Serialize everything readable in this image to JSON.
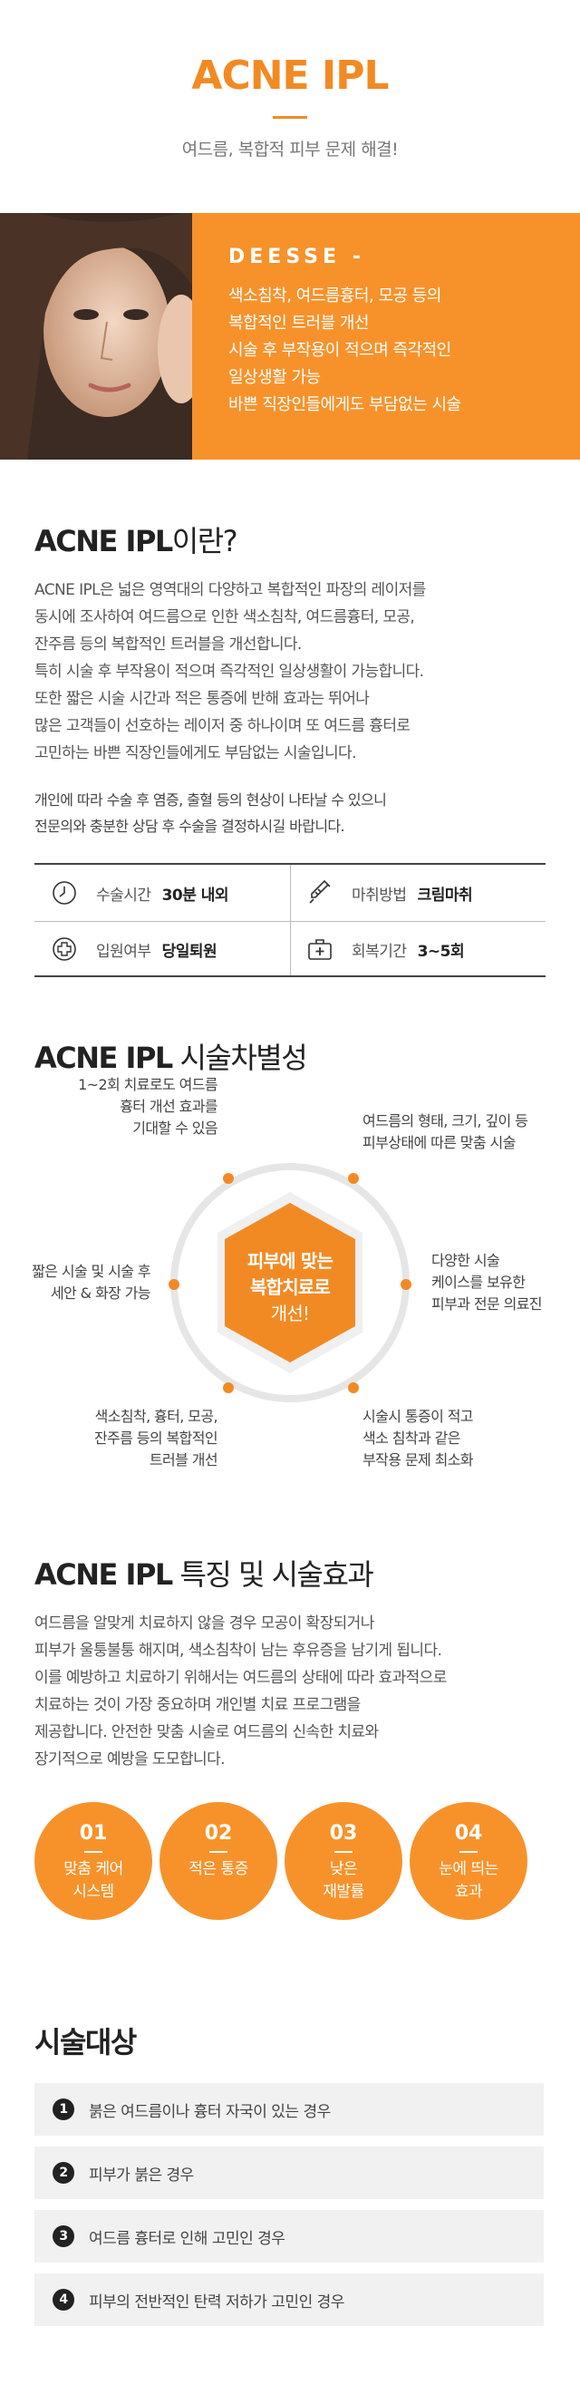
{
  "hero": {
    "title": "ACNE IPL",
    "subtitle": "여드름, 복합적 피부 문제 해결!"
  },
  "banner": {
    "brand": "DEESSE -",
    "lines": [
      "색소침착, 여드름흉터, 모공 등의",
      "복합적인 트러블 개선",
      "시술 후 부작용이 적으며 즉각적인",
      "일상생활 가능",
      "바쁜 직장인들에게도 부담없는 시술"
    ]
  },
  "about": {
    "title_bold": "ACNE IPL",
    "title_rest": "이란?",
    "para1": [
      "ACNE IPL은 넓은 영역대의 다양하고 복합적인 파장의 레이저를",
      "동시에 조사하여 여드름으로 인한 색소침착, 여드름흉터, 모공,",
      "잔주름 등의 복합적인 트러블을 개선합니다.",
      "특히 시술 후 부작용이 적으며 즉각적인 일상생활이 가능합니다.",
      "또한 짧은 시술 시간과 적은 통증에 반해 효과는 뛰어나",
      "많은 고객들이 선호하는 레이저 중 하나이며 또 여드름 흉터로",
      "고민하는 바쁜 직장인들에게도 부담없는 시술입니다."
    ],
    "para2": [
      "개인에 따라 수술 후 염증, 출혈 등의 현상이 나타날 수 있으니",
      "전문의와 충분한 상담 후 수술을 결정하시길 바랍니다."
    ]
  },
  "info": {
    "time_label": "수술시간",
    "time_value": "30분 내외",
    "anesthesia_label": "마취방법",
    "anesthesia_value": "크림마취",
    "hospital_label": "입원여부",
    "hospital_value": "당일퇴원",
    "recovery_label": "회복기간",
    "recovery_value": "3~5회"
  },
  "diff": {
    "title_bold": "ACNE IPL",
    "title_rest": " 시술차별성",
    "center": [
      "피부에 맞는",
      "복합치료로",
      "개선!"
    ],
    "top_left": [
      "1~2회 치료로도 여드름",
      "흉터 개선 효과를",
      "기대할 수 있음"
    ],
    "top_right": [
      "여드름의 형태, 크기, 깊이 등",
      "피부상태에 따른 맞춤 시술"
    ],
    "mid_left": [
      "짧은 시술 및 시술 후",
      "세안 & 화장 가능"
    ],
    "mid_right": [
      "다양한 시술",
      "케이스를 보유한",
      "피부과 전문 의료진"
    ],
    "bottom_left": [
      "색소침착, 흉터, 모공,",
      "잔주름 등의 복합적인",
      "트러블 개선"
    ],
    "bottom_right": [
      "시술시 통증이 적고",
      "색소 침착과 같은",
      "부작용 문제 최소화"
    ]
  },
  "features": {
    "title_bold": "ACNE IPL",
    "title_rest": " 특징 및 시술효과",
    "para": [
      "여드름을 알맞게 치료하지 않을 경우 모공이 확장되거나",
      "피부가 울퉁불퉁 해지며, 색소침착이 남는 후유증을 남기게 됩니다.",
      "이를 예방하고 치료하기 위해서는 여드름의 상태에 따라 효과적으로",
      "치료하는 것이 가장 중요하며 개인별 치료 프로그램을",
      "제공합니다. 안전한 맞춤 시술로 여드름의 신속한 치료와",
      "장기적으로 예방을 도모합니다."
    ],
    "items": [
      {
        "num": "01",
        "label": [
          "맞춤 케어",
          "시스템"
        ]
      },
      {
        "num": "02",
        "label": [
          "적은 통증"
        ]
      },
      {
        "num": "03",
        "label": [
          "낮은",
          "재발률"
        ]
      },
      {
        "num": "04",
        "label": [
          "눈에 띄는",
          "효과"
        ]
      }
    ]
  },
  "targets": {
    "title": "시술대상",
    "items": [
      {
        "num": "1",
        "text": "붉은 여드름이나 흉터 자국이 있는 경우"
      },
      {
        "num": "2",
        "text": "피부가 붉은 경우"
      },
      {
        "num": "3",
        "text": "여드름 흉터로 인해 고민인 경우"
      },
      {
        "num": "4",
        "text": "피부의 전반적인 탄력 저하가 고민인 경우"
      }
    ]
  },
  "colors": {
    "accent": "#f28a24",
    "panel": "#f7922b",
    "text": "#333333"
  }
}
